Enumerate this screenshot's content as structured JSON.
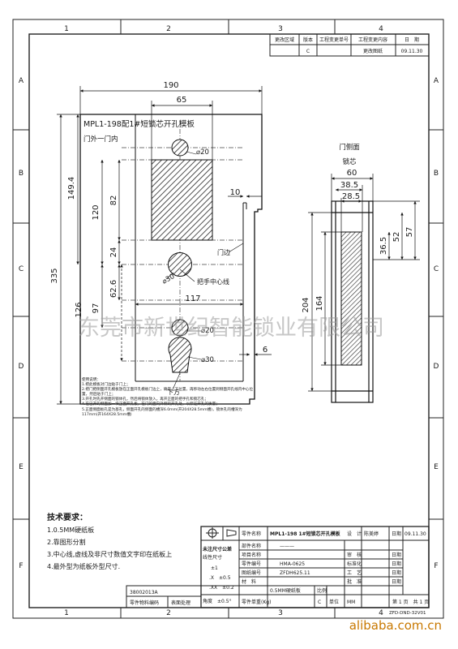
{
  "border": {
    "columns": [
      "1",
      "2",
      "3",
      "4"
    ],
    "rows": [
      "A",
      "B",
      "C",
      "D",
      "E",
      "F"
    ]
  },
  "revision": {
    "headers": [
      "更改区域",
      "版本",
      "工程变更单号",
      "工程变更内容",
      "日　期"
    ],
    "row": [
      "",
      "C",
      "",
      "更改图纸",
      "09.11.30"
    ]
  },
  "main_view": {
    "title": "MPL1-198配1#短锁芯开孔模板",
    "subtitle": "门外一门内",
    "door_edge": "门边",
    "handle_center": "把手中心线",
    "down": "下方",
    "dims": {
      "overall_width": "190",
      "top_width": "65",
      "overall_height": "335",
      "h1494": "149.4",
      "h120": "120",
      "h82": "82",
      "h24": "24",
      "h626": "62.6",
      "h97": "97",
      "h126": "126",
      "w117": "117",
      "step10": "10",
      "step6": "6"
    },
    "holes": [
      "⌀20",
      "⌀30",
      "⌀20",
      "⌀30"
    ]
  },
  "side_view": {
    "title": "门侧面",
    "subtitle": "锁芯",
    "dims": {
      "w60": "60",
      "w385": "38.5",
      "w285": "28.5",
      "h204": "204",
      "h164": "164",
      "h365": "36.5",
      "h52": "52",
      "h57": "57"
    }
  },
  "notes": {
    "title": "使用说明：",
    "lines": [
      "1.把此模板对门边贴于门上；",
      "2.把门把侧面开孔模板放在正面开孔模板门边上，确定上下位置，再移动左右位置到侧面开孔线内中心位置，然后贴于门上；",
      "3.开孔时先开侧面的锁体孔，然后将锁体放入，再开正面的把手孔和锁芯孔；",
      "4.在已开的侧面加一块正面开孔板，在门的面向外侧的开孔处，以保证开孔的质量；",
      "5.正面侧面板孔是为基孔，侧面开孔的侧面的槽深6.0mm(开204X28.5mm槽)，锁体孔的槽深为117mm(开164X28.5mm槽)"
    ]
  },
  "watermark": "东莞市新世纪智能锁业有限公司",
  "tech": {
    "title": "技术要求：",
    "lines": [
      "1.0.5MM硬纸板",
      "2.靠图形分割",
      "3.中心线,虚线及非尺寸数值文字印在纸板上",
      "4.最外型为纸板外型尺寸."
    ]
  },
  "title_block": {
    "tolerance_title": "未注尺寸公差",
    "tolerance_sub": "线性尺寸",
    "tolerances": [
      "±1",
      ".X　±0.5",
      ".XX　±0.2"
    ],
    "angle": "角度　±0.5°",
    "labels": [
      "零件名称",
      "部件名称",
      "项目名称",
      "零件编号",
      "图纸编号",
      "材　料",
      "零件单重(Kg)"
    ],
    "values": [
      "MPL1-198 1#短锁芯开孔模板",
      "———",
      "",
      "HMA-0625",
      "ZFDH625.11",
      "0.5MM硬纸板",
      ""
    ],
    "scale_label": "比例",
    "unit_label": "单位",
    "unit": "MM",
    "roles": [
      "设　计",
      "审　核",
      "标准化",
      "工　艺",
      "批　准"
    ],
    "designer": "陈美婷",
    "date_label": "日期",
    "date": "09.11.30",
    "version": "C",
    "page": "第 1 页　共 1 页",
    "part_no": "38002013A",
    "left_labels": [
      "零件物料编码",
      "表面处理"
    ],
    "code": "ZFD-DND-32V01"
  },
  "footer": "alibaba.com.cn"
}
